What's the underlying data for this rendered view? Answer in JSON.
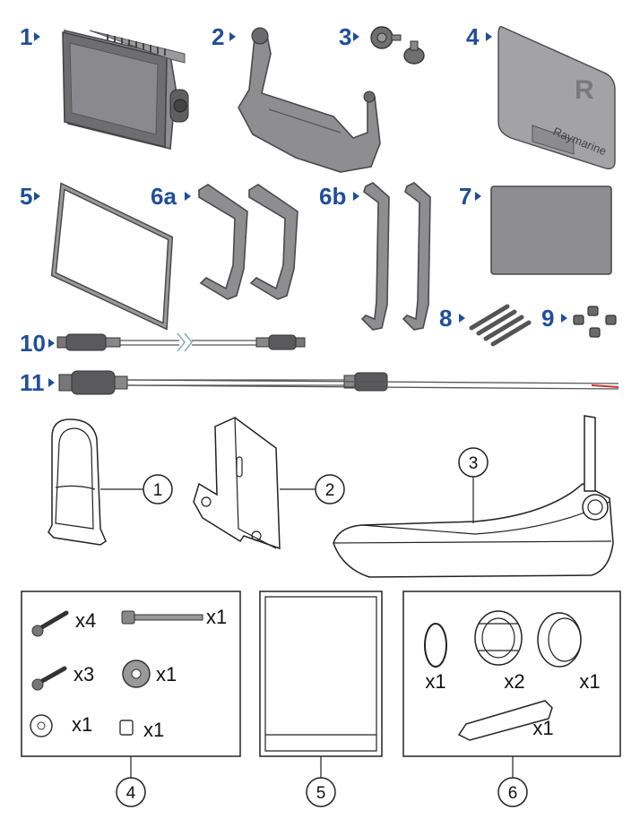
{
  "top_items": [
    {
      "label": "1",
      "name": "display-unit"
    },
    {
      "label": "2",
      "name": "trunnion-bracket"
    },
    {
      "label": "3",
      "name": "bracket-knobs"
    },
    {
      "label": "4",
      "name": "sun-cover"
    },
    {
      "label": "5",
      "name": "panel-gasket"
    },
    {
      "label": "6a",
      "name": "rear-clamp-brackets"
    },
    {
      "label": "6b",
      "name": "rear-clamp-brackets-long"
    },
    {
      "label": "7",
      "name": "documentation-pack"
    },
    {
      "label": "8",
      "name": "fixing-screws"
    },
    {
      "label": "9",
      "name": "nuts"
    },
    {
      "label": "10",
      "name": "network-cable"
    },
    {
      "label": "11",
      "name": "power-cable"
    }
  ],
  "sun_cover_brand": "Raymarine",
  "transducer_parts": [
    {
      "label": "1",
      "name": "cable-cover"
    },
    {
      "label": "2",
      "name": "transom-bracket"
    },
    {
      "label": "3",
      "name": "transducer"
    },
    {
      "label": "4",
      "name": "fixings-pack"
    },
    {
      "label": "5",
      "name": "transducer-documentation"
    },
    {
      "label": "6",
      "name": "cable-fittings-kit"
    }
  ],
  "fixings": [
    {
      "item": "long-screw",
      "qty": "x4"
    },
    {
      "item": "bolt",
      "qty": "x1"
    },
    {
      "item": "short-screw",
      "qty": "x3"
    },
    {
      "item": "lock-washer",
      "qty": "x1"
    },
    {
      "item": "washer",
      "qty": "x1"
    },
    {
      "item": "nut",
      "qty": "x1"
    }
  ],
  "cable_kit": [
    {
      "item": "o-ring",
      "qty": "x1"
    },
    {
      "item": "split-ring",
      "qty": "x2"
    },
    {
      "item": "cable-boss",
      "qty": "x1"
    },
    {
      "item": "wedge",
      "qty": "x1"
    }
  ]
}
